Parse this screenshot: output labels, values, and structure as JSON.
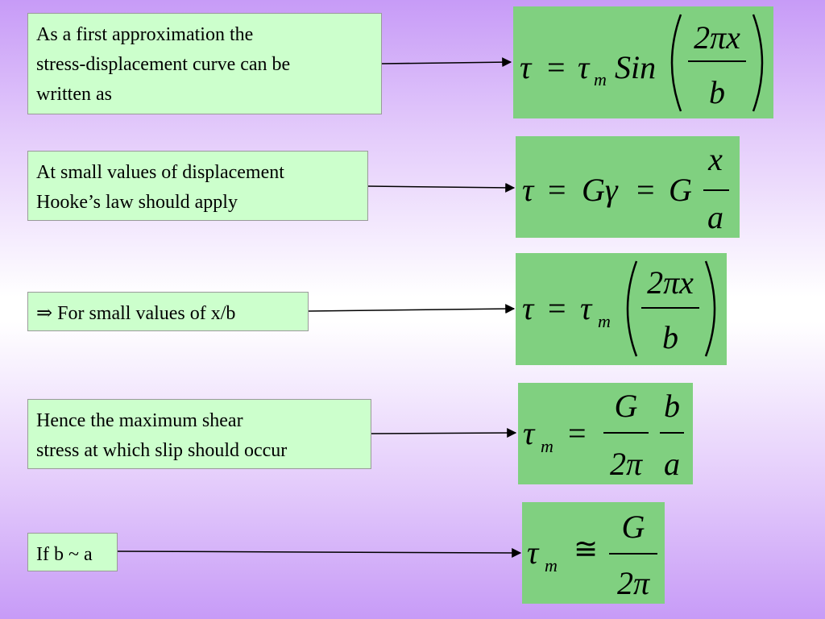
{
  "notes": [
    {
      "lines": [
        "As a first approximation the",
        "stress-displacement curve can be",
        "written as"
      ]
    },
    {
      "lines": [
        "At small values of displacement",
        "Hooke’s law should apply"
      ]
    },
    {
      "lines": [
        "⇒ For small values of x/b"
      ]
    },
    {
      "lines": [
        "Hence the maximum shear",
        "stress at which slip should occur"
      ]
    },
    {
      "lines": [
        "If b ~ a"
      ]
    }
  ],
  "formulas": {
    "f1": {
      "tau": "τ",
      "eq": "=",
      "sub": "m",
      "sin": "Sin",
      "num": "2πx",
      "den": "b"
    },
    "f2": {
      "lhs": "τ",
      "eq1": "=",
      "gg": "Gγ",
      "eq2": "=",
      "g": "G",
      "num": "x",
      "den": "a"
    },
    "f3": {
      "tau": "τ",
      "eq": "=",
      "sub": "m",
      "num": "2πx",
      "den": "b"
    },
    "f4": {
      "tau": "τ",
      "sub": "m",
      "eq": "=",
      "num1": "G",
      "den1": "2π",
      "num2": "b",
      "den2": "a"
    },
    "f5": {
      "tau": "τ",
      "sub": "m",
      "approx": "≅",
      "num": "G",
      "den": "2π"
    }
  },
  "colors": {
    "note_bg": "#ccffcc",
    "formula_bg": "#80d080",
    "background": "#c79bf7"
  }
}
